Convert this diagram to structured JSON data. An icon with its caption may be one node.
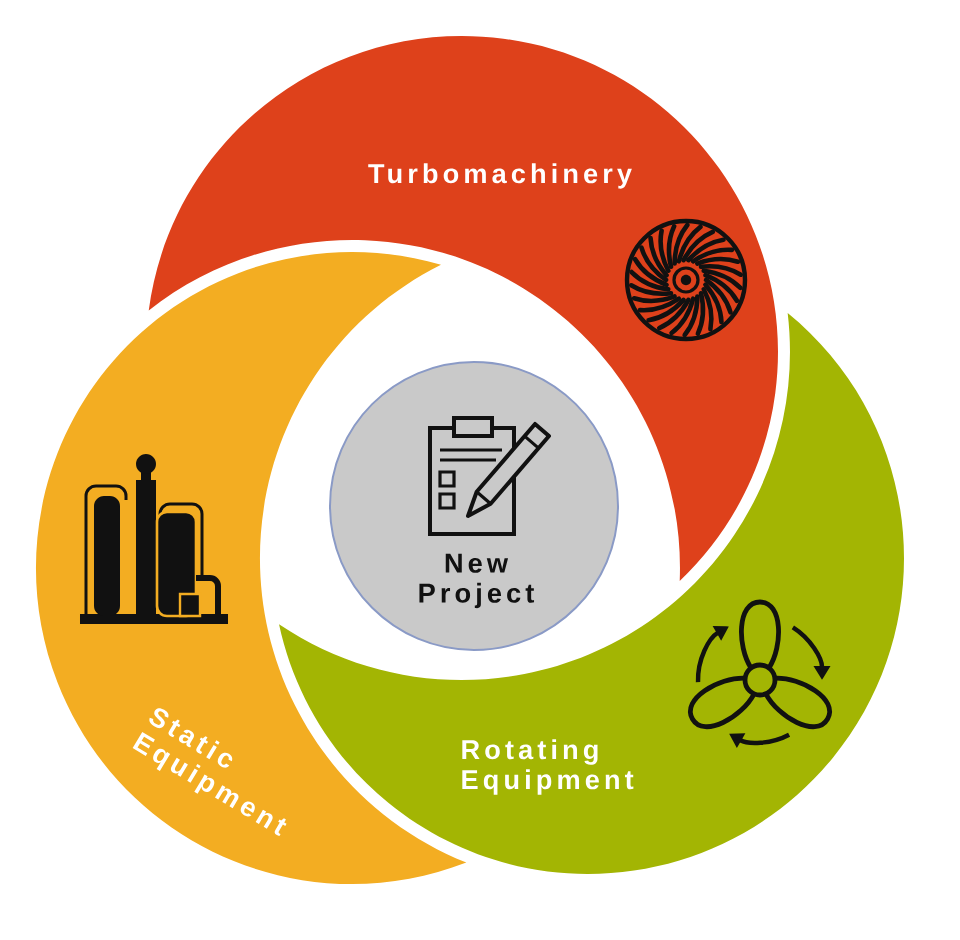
{
  "diagram": {
    "nodes": [
      {
        "text": [
          "Turbomachinery"
        ]
      },
      {
        "text": [
          "New Project"
        ]
      },
      {
        "text": [
          "Static Equipment"
        ]
      },
      {
        "text": [
          "Rotating Equipment"
        ]
      }
    ]
  }
}
